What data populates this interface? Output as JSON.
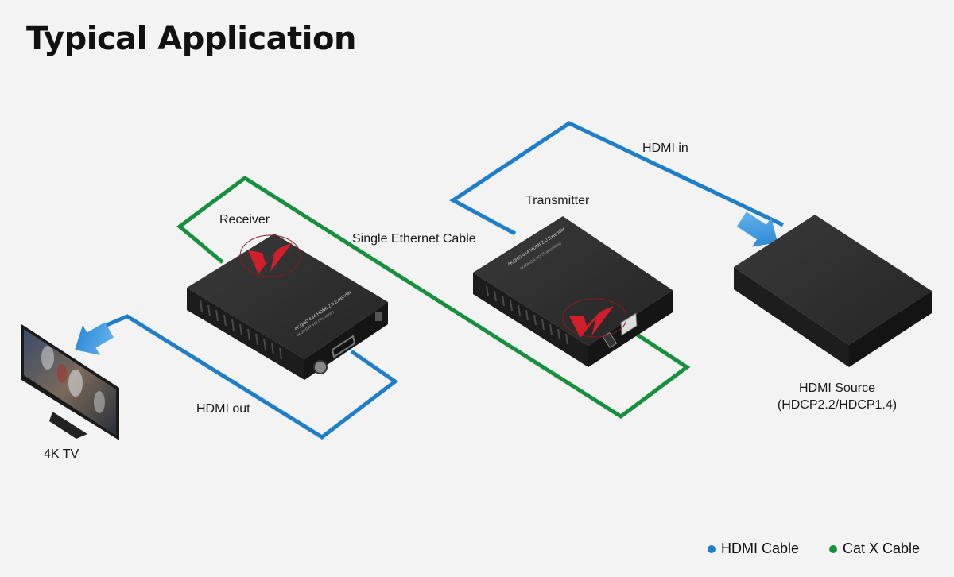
{
  "title": "Typical Application",
  "labels": {
    "hdmi_in": "HDMI in",
    "transmitter": "Transmitter",
    "receiver": "Receiver",
    "single_ethernet_cable": "Single Ethernet Cable",
    "hdmi_out": "HDMI out",
    "tv": "4K TV",
    "source_line1": "HDMI Source",
    "source_line2": "(HDCP2.2/HDCP1.4)"
  },
  "device_text": {
    "receiver_top": "4K@60 444 HDMI 2.0 Extender",
    "receiver_sub": "4K60HDR-HD (Receiver)",
    "transmitter_top": "4K@60 444 HDMI 2.0 Extender",
    "transmitter_sub": "4K60HDR-HD (Transmitter)"
  },
  "legend": [
    {
      "label": "HDMI Cable",
      "color": "#1e7fc8"
    },
    {
      "label": "Cat X Cable",
      "color": "#17903e"
    }
  ],
  "colors": {
    "hdmi_cable": "#1e7fc8",
    "cat_cable": "#17903e",
    "arrow": "#2f8fd8",
    "device": "#2a2a2a",
    "logo_red": "#d01f2a"
  }
}
